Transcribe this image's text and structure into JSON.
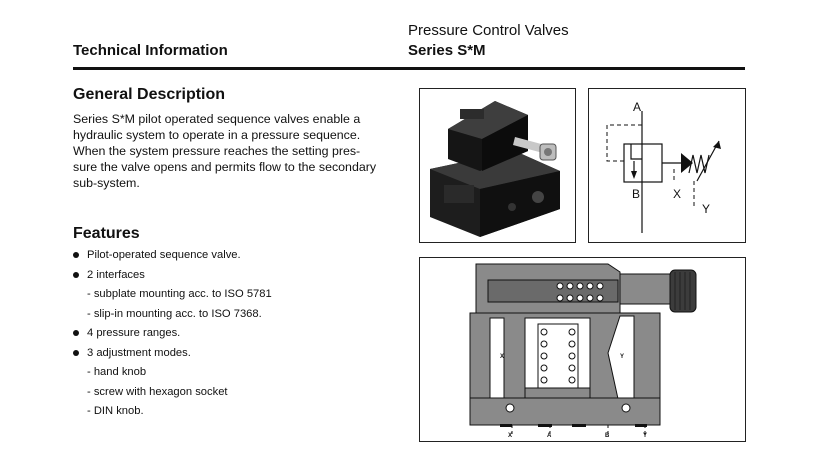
{
  "header": {
    "category": "Pressure Control Valves",
    "series": "Series S*M",
    "section": "Technical Information"
  },
  "general_description": {
    "title": "General Description",
    "lines": [
      "Series S*M pilot operated sequence valves enable a",
      "hydraulic system to operate in a pressure sequence.",
      "When the system pressure reaches the setting pres-",
      "sure the valve opens and permits flow to the secondary",
      "sub-system."
    ]
  },
  "features": {
    "title": "Features",
    "items": [
      {
        "text": "Pilot-operated sequence valve.",
        "bullet": true
      },
      {
        "text": "2 interfaces",
        "bullet": true
      },
      {
        "text": "- subplate mounting acc. to ISO 5781",
        "bullet": false
      },
      {
        "text": "- slip-in mounting acc. to ISO 7368.",
        "bullet": false
      },
      {
        "text": "4 pressure ranges.",
        "bullet": true
      },
      {
        "text": "3 adjustment modes.",
        "bullet": true
      },
      {
        "text": "- hand knob",
        "bullet": false
      },
      {
        "text": "- screw with hexagon socket",
        "bullet": false
      },
      {
        "text": "- DIN knob.",
        "bullet": false
      }
    ]
  },
  "symbol_labels": {
    "a": "A",
    "b": "B",
    "x": "X",
    "y": "Y"
  },
  "section_labels": {
    "x_left": "X",
    "y_right": "Y",
    "x": "X",
    "a": "A",
    "b": "B",
    "y": "Y"
  },
  "colors": {
    "text": "#111111",
    "section_fill": "#8a8a8a",
    "section_dark": "#3c3c3c",
    "arrow": "#111111"
  }
}
